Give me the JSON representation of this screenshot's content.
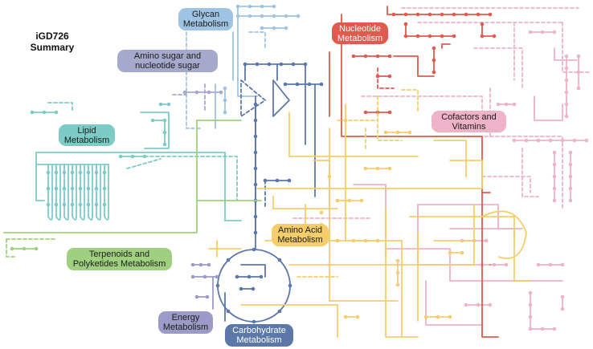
{
  "title": {
    "line1": "iGD726",
    "line2": "Summary"
  },
  "colors": {
    "glycan": "#9fc4e3",
    "amino_sugar": "#a5a9cc",
    "nucleotide": "#e05a4e",
    "lipid": "#7ccbc6",
    "cofactors": "#eeb3c8",
    "amino_acid": "#f5cd6a",
    "terpenoids": "#9fd07f",
    "energy": "#9c9bc7",
    "carbohydrate": "#5c78a9"
  },
  "labels": {
    "glycan": {
      "line1": "Glycan",
      "line2": "Metabolism"
    },
    "amino_sugar": {
      "line1": "Amino sugar and",
      "line2": "nucleotide sugar"
    },
    "nucleotide": {
      "line1": "Nucleotide",
      "line2": "Metabolism"
    },
    "lipid": {
      "line1": "Lipid",
      "line2": "Metabolism"
    },
    "cofactors": {
      "line1": "Cofactors and",
      "line2": "Vitamins"
    },
    "amino_acid": {
      "line1": "Amino Acid",
      "line2": "Metabolism"
    },
    "terpenoids": {
      "line1": "Terpenoids and",
      "line2": "Polyketides Metabolism"
    },
    "energy": {
      "line1": "Energy",
      "line2": "Metabolism"
    },
    "carbohydrate": {
      "line1": "Carbohydrate",
      "line2": "Metabolism"
    }
  }
}
